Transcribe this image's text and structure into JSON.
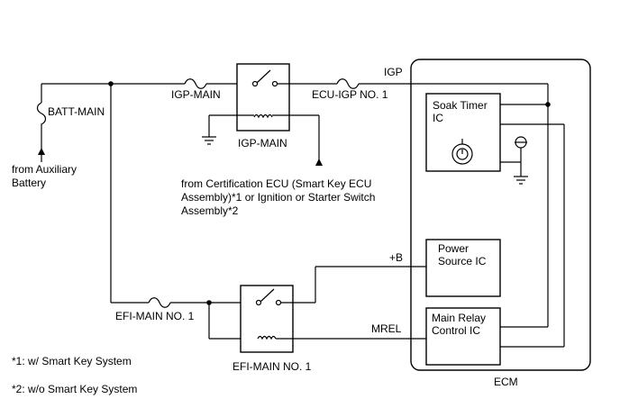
{
  "labels": {
    "batt_main": "BATT-MAIN",
    "from_aux_1": "from Auxiliary",
    "from_aux_2": "Battery",
    "igp_main_fuse": "IGP-MAIN",
    "igp_main_relay": "IGP-MAIN",
    "ecu_igp_fuse": "ECU-IGP NO. 1",
    "igp_signal": "IGP",
    "cert_1": "from Certification ECU (Smart Key ECU",
    "cert_2": "Assembly)*1 or Ignition or Starter Switch",
    "cert_3": "Assembly*2",
    "plus_b": "+B",
    "mrel": "MREL",
    "efi_main_fuse": "EFI-MAIN NO. 1",
    "efi_main_relay": "EFI-MAIN NO. 1",
    "ecm": "ECM",
    "soak_timer_1": "Soak Timer",
    "soak_timer_2": "IC",
    "power_source_1": "Power",
    "power_source_2": "Source IC",
    "main_relay_1": "Main Relay",
    "main_relay_2": "Control IC",
    "note_1": "*1: w/ Smart Key System",
    "note_2": "*2: w/o Smart Key System"
  }
}
